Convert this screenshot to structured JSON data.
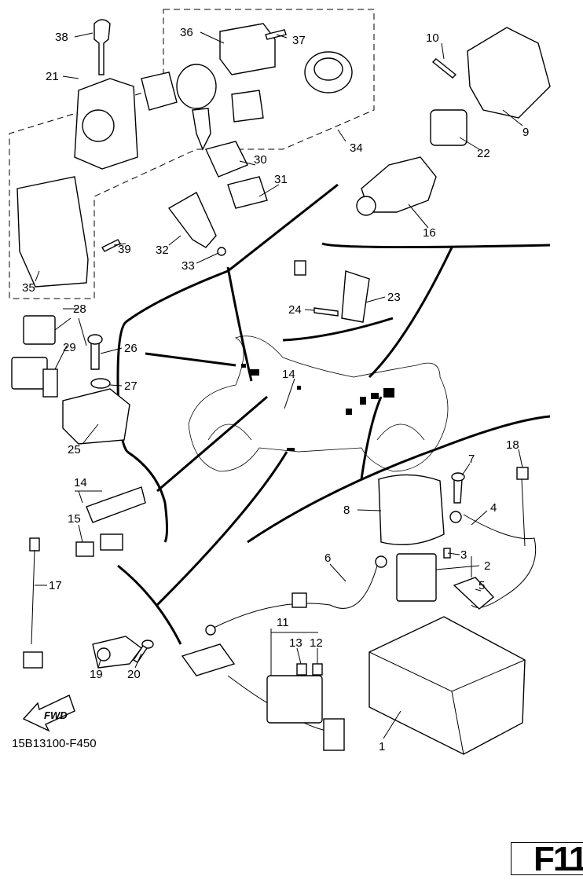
{
  "diagram": {
    "labels": [
      "38",
      "36",
      "37",
      "10",
      "21",
      "9",
      "22",
      "34",
      "30",
      "31",
      "16",
      "35",
      "39",
      "32",
      "33",
      "28",
      "23",
      "24",
      "26",
      "29",
      "14",
      "27",
      "25",
      "18",
      "7",
      "14",
      "8",
      "4",
      "15",
      "6",
      "3",
      "2",
      "17",
      "5",
      "11",
      "13",
      "12",
      "19",
      "20",
      "1"
    ],
    "fwd_arrow_text": "FWD",
    "diagram_code": "15B13100-F450",
    "page_label": "F11"
  }
}
